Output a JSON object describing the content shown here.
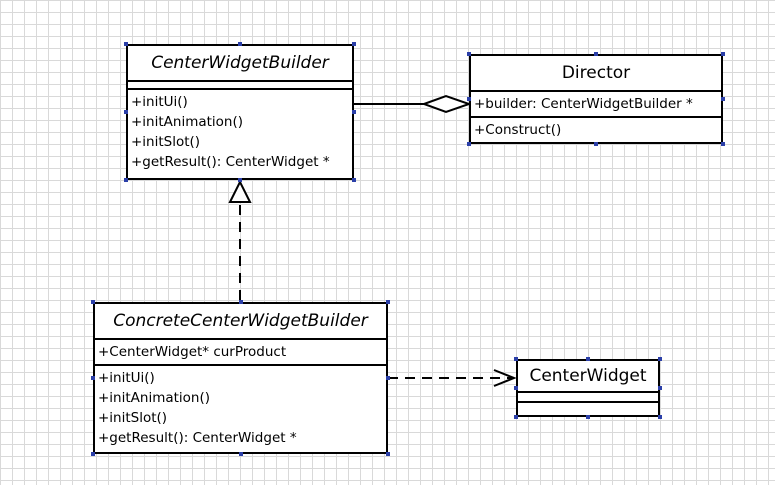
{
  "classes": {
    "center_widget_builder": {
      "name": "CenterWidgetBuilder",
      "attributes": [],
      "operations": [
        "+initUi()",
        "+initAnimation()",
        "+initSlot()",
        "+getResult(): CenterWidget *"
      ]
    },
    "director": {
      "name": "Director",
      "attributes": [
        "+builder: CenterWidgetBuilder *"
      ],
      "operations": [
        "+Construct()"
      ]
    },
    "concrete_center_widget_builder": {
      "name": "ConcreteCenterWidgetBuilder",
      "attributes": [
        "+CenterWidget* curProduct"
      ],
      "operations": [
        "+initUi()",
        "+initAnimation()",
        "+initSlot()",
        "+getResult(): CenterWidget *"
      ]
    },
    "center_widget": {
      "name": "CenterWidget",
      "attributes": [],
      "operations": []
    }
  },
  "relationships": [
    {
      "type": "aggregation",
      "from": "Director",
      "to": "CenterWidgetBuilder"
    },
    {
      "type": "realization",
      "from": "ConcreteCenterWidgetBuilder",
      "to": "CenterWidgetBuilder"
    },
    {
      "type": "dependency",
      "from": "ConcreteCenterWidgetBuilder",
      "to": "CenterWidget"
    }
  ],
  "colors": {
    "background": "#ffffff",
    "grid": "#d9d9d9",
    "line": "#000000",
    "selection_handle": "#2b3fa8"
  }
}
